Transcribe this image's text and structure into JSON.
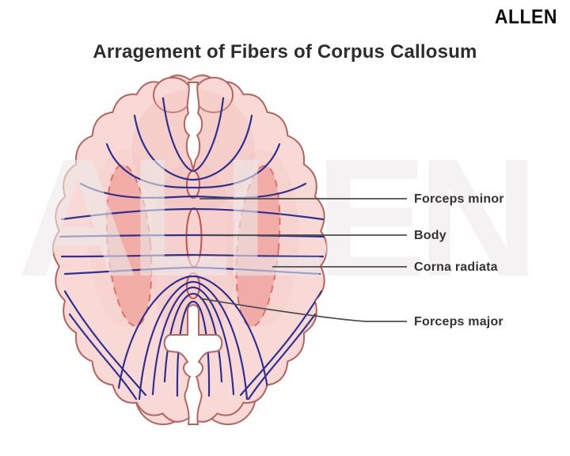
{
  "logo": {
    "text": "ALLEN"
  },
  "watermark": {
    "text": "ALLEN"
  },
  "title": {
    "text": "Arragement of Fibers of Corpus Callosum"
  },
  "diagram": {
    "type": "labeled-anatomy-diagram",
    "subject": "Axial section of brain with corpus callosum fiber tracts",
    "labels": [
      {
        "text": "Forceps minor"
      },
      {
        "text": "Body"
      },
      {
        "text": "Corna radiata"
      },
      {
        "text": "Forceps major"
      }
    ],
    "colors": {
      "brain_fill": "#f9d9d6",
      "brain_outline": "#b4655e",
      "corpus_callosum_outline": "#c4524a",
      "fiber_line": "#2e3192",
      "corona_radiata_fill": "#efa29b",
      "corona_radiata_stroke": "#dd7066",
      "leader_line": "#4d4d4d",
      "label_text": "#333333",
      "title_text": "#2d2d30",
      "watermark": "#edeaea"
    }
  }
}
